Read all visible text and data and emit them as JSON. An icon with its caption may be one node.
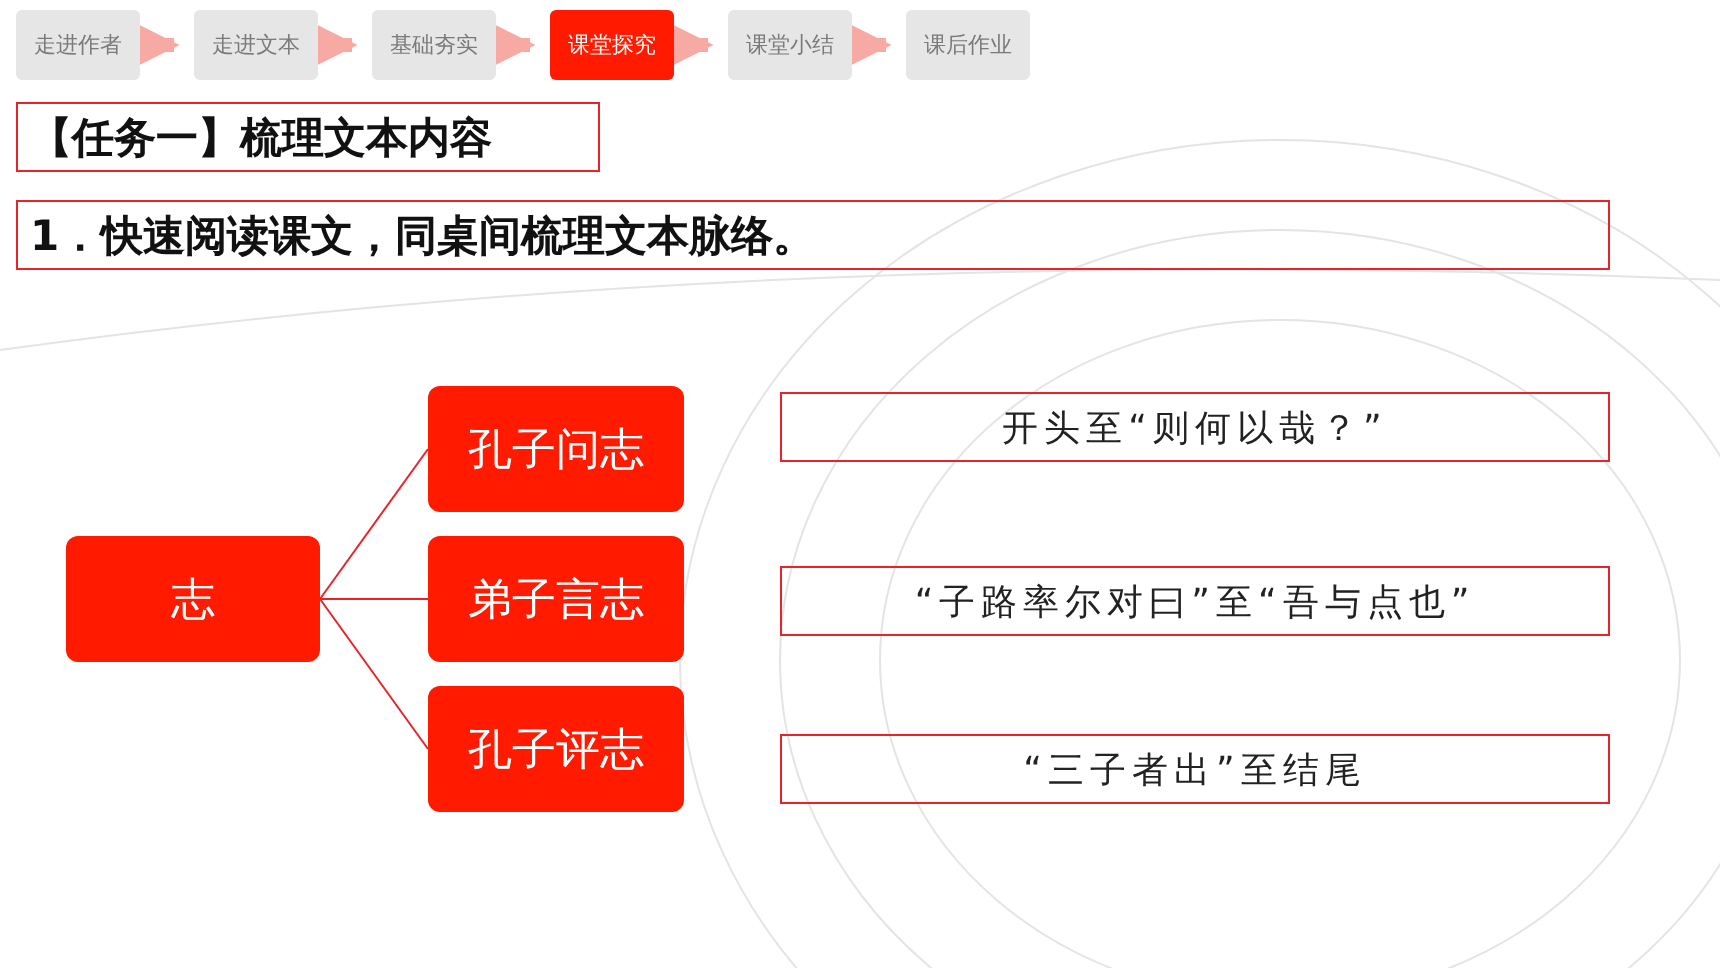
{
  "diagram": {
    "nodes": [
      {
        "text": [
          "走进作者"
        ]
      },
      {
        "text": [
          "走进文本"
        ]
      },
      {
        "text": [
          "基础夯实"
        ]
      },
      {
        "text": [
          "课堂探究"
        ]
      },
      {
        "text": [
          "课堂小结"
        ]
      },
      {
        "text": [
          "课后作业"
        ]
      },
      {
        "text": [
          "【任务一】梳理文本内容"
        ]
      },
      {
        "text": [
          "1．快速阅读课文，同桌间梳理文本脉络。"
        ]
      },
      {
        "text": [
          "志"
        ]
      },
      {
        "text": [
          "孔子问志"
        ]
      },
      {
        "text": [
          "弟子言志"
        ]
      },
      {
        "text": [
          "孔子评志"
        ]
      },
      {
        "text": [
          "开头至“则何以哉？”"
        ]
      },
      {
        "text": [
          "“子路率尔对曰”至“吾与点也”"
        ]
      },
      {
        "text": [
          "“三子者出”至结尾"
        ]
      }
    ],
    "edges": [
      {
        "from": 0,
        "to": 1,
        "arrow": "to",
        "color": "#f7a9a4"
      },
      {
        "from": 1,
        "to": 2,
        "arrow": "to",
        "color": "#f7a9a4"
      },
      {
        "from": 2,
        "to": 3,
        "arrow": "to",
        "color": "#f7a9a4"
      },
      {
        "from": 3,
        "to": 4,
        "arrow": "to",
        "color": "#f7a9a4"
      },
      {
        "from": 4,
        "to": 5,
        "arrow": "to",
        "color": "#f7a9a4"
      },
      {
        "from": 8,
        "to": 9,
        "arrow": "none",
        "color": "#e8232a"
      },
      {
        "from": 8,
        "to": 10,
        "arrow": "none",
        "color": "#e8232a"
      },
      {
        "from": 8,
        "to": 11,
        "arrow": "none",
        "color": "#e8232a"
      }
    ]
  }
}
